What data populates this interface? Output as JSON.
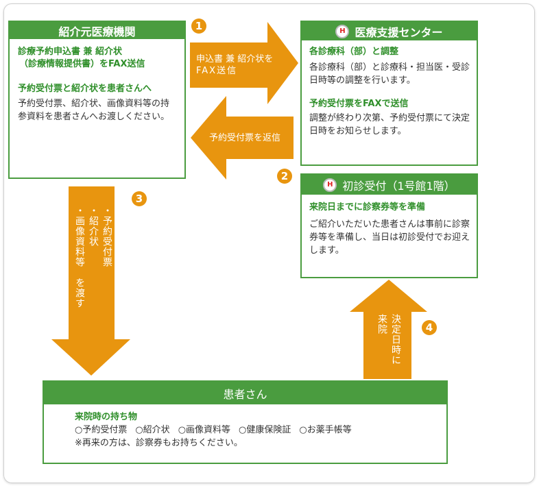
{
  "referrer": {
    "title": "紹介元医療機関",
    "section1_heading_line1": "診療予約申込書 兼 紹介状",
    "section1_heading_line2": "（診療情報提供書）をFAX送信",
    "section2_heading": "予約受付票と紹介状を患者さんへ",
    "section2_text": "予約受付票、紹介状、画像資料等の持参資料を患者さんへお渡しください。"
  },
  "center": {
    "logo": "H",
    "title": "医療支援センター",
    "section1_heading": "各診療科（部）と調整",
    "section1_text": "各診療科（部）と診療科・担当医・受診日時等の調整を行います。",
    "section2_heading": "予約受付票をFAXで送信",
    "section2_text": "調整が終わり次第、予約受付票にて決定日時をお知らせします。"
  },
  "reception": {
    "logo": "H",
    "title": "初診受付（1号館1階）",
    "heading": "来院日までに診察券等を準備",
    "text": "ご紹介いただいた患者さんは事前に診察券等を準備し、当日は初診受付でお迎えします。"
  },
  "patient": {
    "title": "患者さん",
    "heading": "来院時の持ち物",
    "items": [
      "○予約受付票",
      "○紹介状",
      "○画像資料等",
      "○健康保険証",
      "○お薬手帳等"
    ],
    "note": "※再来の方は、診察券もお持ちください。"
  },
  "steps": [
    {
      "number": "1",
      "lines": [
        "申込書 兼 紹介状を",
        "FAX送信"
      ]
    },
    {
      "number": "2",
      "lines": [
        "予約受付票を返信"
      ]
    },
    {
      "number": "3",
      "lines": [
        "・予約受付票",
        "・紹介状",
        "・画像資料等　を渡す"
      ]
    },
    {
      "number": "4",
      "lines": [
        "決定日時に",
        "来院"
      ]
    }
  ],
  "colors": {
    "green": "#4a9c3f",
    "text_green": "#2f8f2a",
    "orange": "#e8950f"
  }
}
